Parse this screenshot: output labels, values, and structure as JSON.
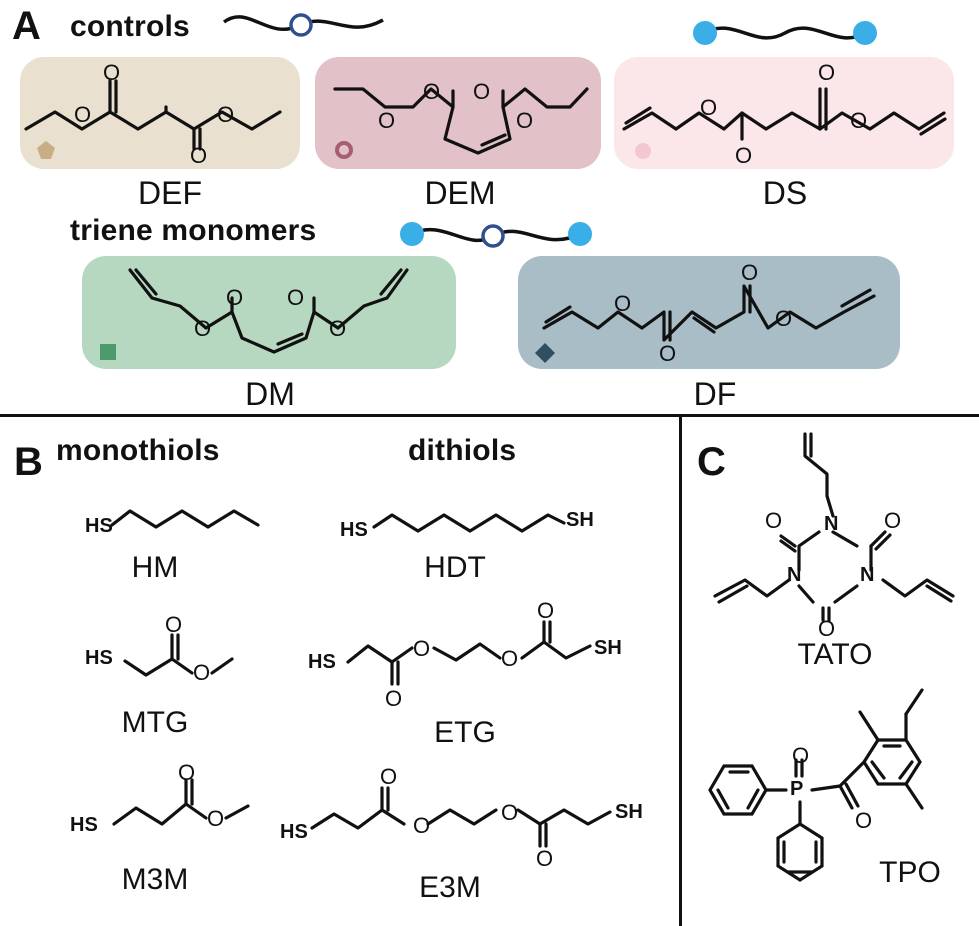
{
  "panel_a": {
    "letter": "A",
    "controls_heading": "controls",
    "triene_heading": "triene monomers",
    "compounds": [
      {
        "name": "DEF",
        "bg": "#e9e0d0",
        "marker_color": "#c9ad84",
        "marker": "pentagon"
      },
      {
        "name": "DEM",
        "bg": "#e2c1c8",
        "marker_color": "#a65f72",
        "marker": "ring"
      },
      {
        "name": "DS",
        "bg": "#fbe6ea",
        "marker_color": "#f3c7d1",
        "marker": "circle"
      },
      {
        "name": "DM",
        "bg": "#b7d8c0",
        "marker_color": "#4f9a6a",
        "marker": "square"
      },
      {
        "name": "DF",
        "bg": "#a8bdc6",
        "marker_color": "#2f4f5e",
        "marker": "diamond"
      }
    ],
    "atom_O": "O",
    "chain_colors": {
      "blue_dot": "#3aaee6",
      "ring": "#2f4f8f"
    }
  },
  "panel_b": {
    "letter": "B",
    "monothiols_heading": "monothiols",
    "dithiols_heading": "dithiols",
    "monothiols": [
      "HM",
      "MTG",
      "M3M"
    ],
    "dithiols": [
      "HDT",
      "ETG",
      "E3M"
    ],
    "atom_HS": "HS",
    "atom_SH": "SH"
  },
  "panel_c": {
    "letter": "C",
    "compounds": [
      "TATO",
      "TPO"
    ],
    "atom_N": "N",
    "atom_P": "P"
  }
}
